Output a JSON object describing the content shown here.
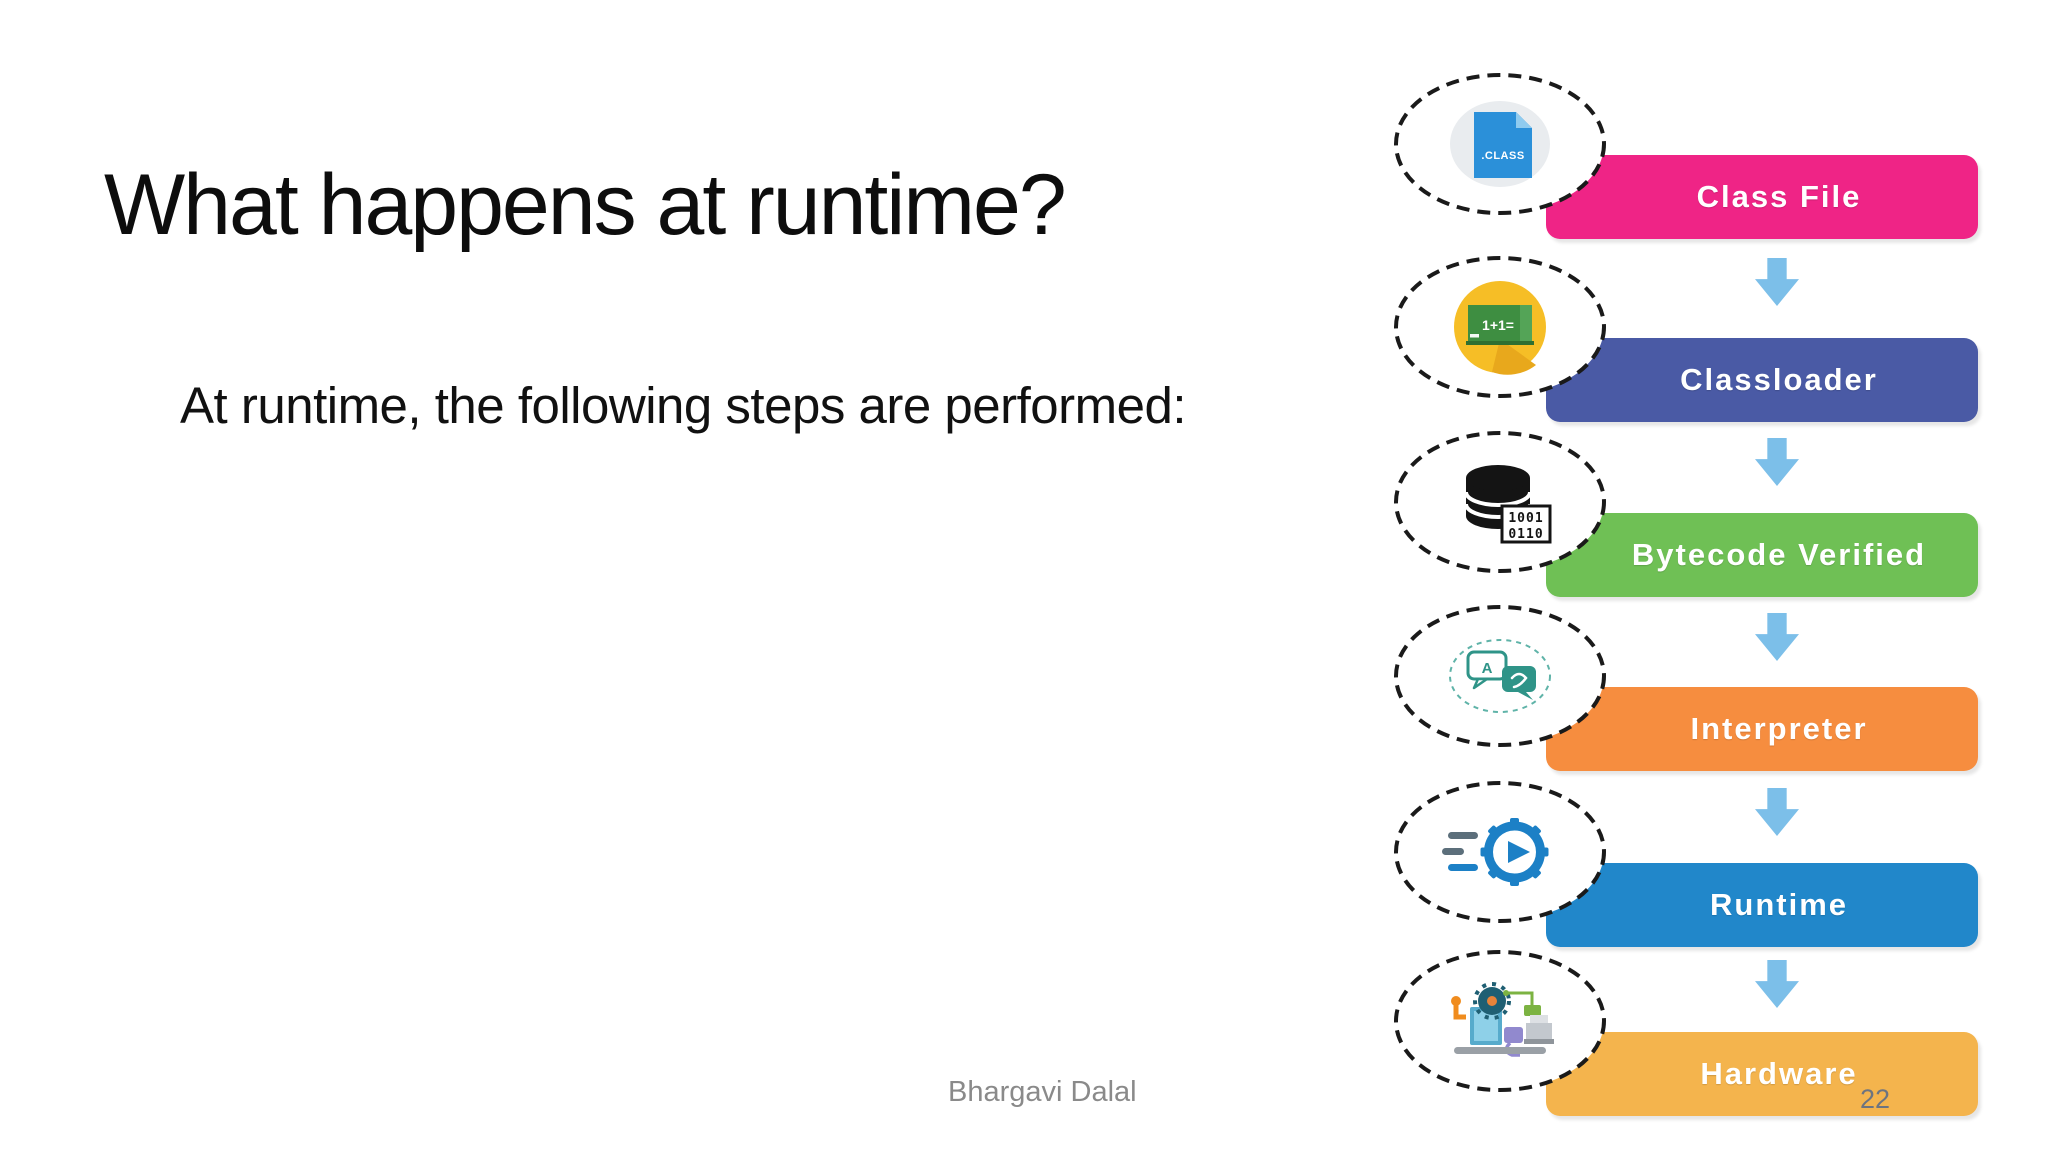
{
  "slide": {
    "title": "What happens at runtime?",
    "subtitle": "At runtime, the following steps are performed:",
    "footer_author": "Bhargavi Dalal",
    "page_number": "22"
  },
  "diagram": {
    "arrow_color": "#7CBFE9",
    "circle_border_color": "#1a1a1a",
    "steps": [
      {
        "label": "Class File",
        "color": "#EF2486",
        "icon": "class-file-icon",
        "icon_text": ".CLASS"
      },
      {
        "label": "Classloader",
        "color": "#4A5AA5",
        "icon": "chalkboard-icon",
        "icon_text": "1+1="
      },
      {
        "label": "Bytecode Verified",
        "color": "#6FC055",
        "icon": "database-icon",
        "icon_text_line1": "1001",
        "icon_text_line2": "0110"
      },
      {
        "label": "Interpreter",
        "color": "#F68D3F",
        "icon": "translation-icon",
        "icon_text": "A"
      },
      {
        "label": "Runtime",
        "color": "#2187CA",
        "icon": "gear-play-icon",
        "icon_text": ""
      },
      {
        "label": "Hardware",
        "color": "#F4B44D",
        "icon": "computer-hardware-icon",
        "icon_text": ""
      }
    ]
  }
}
